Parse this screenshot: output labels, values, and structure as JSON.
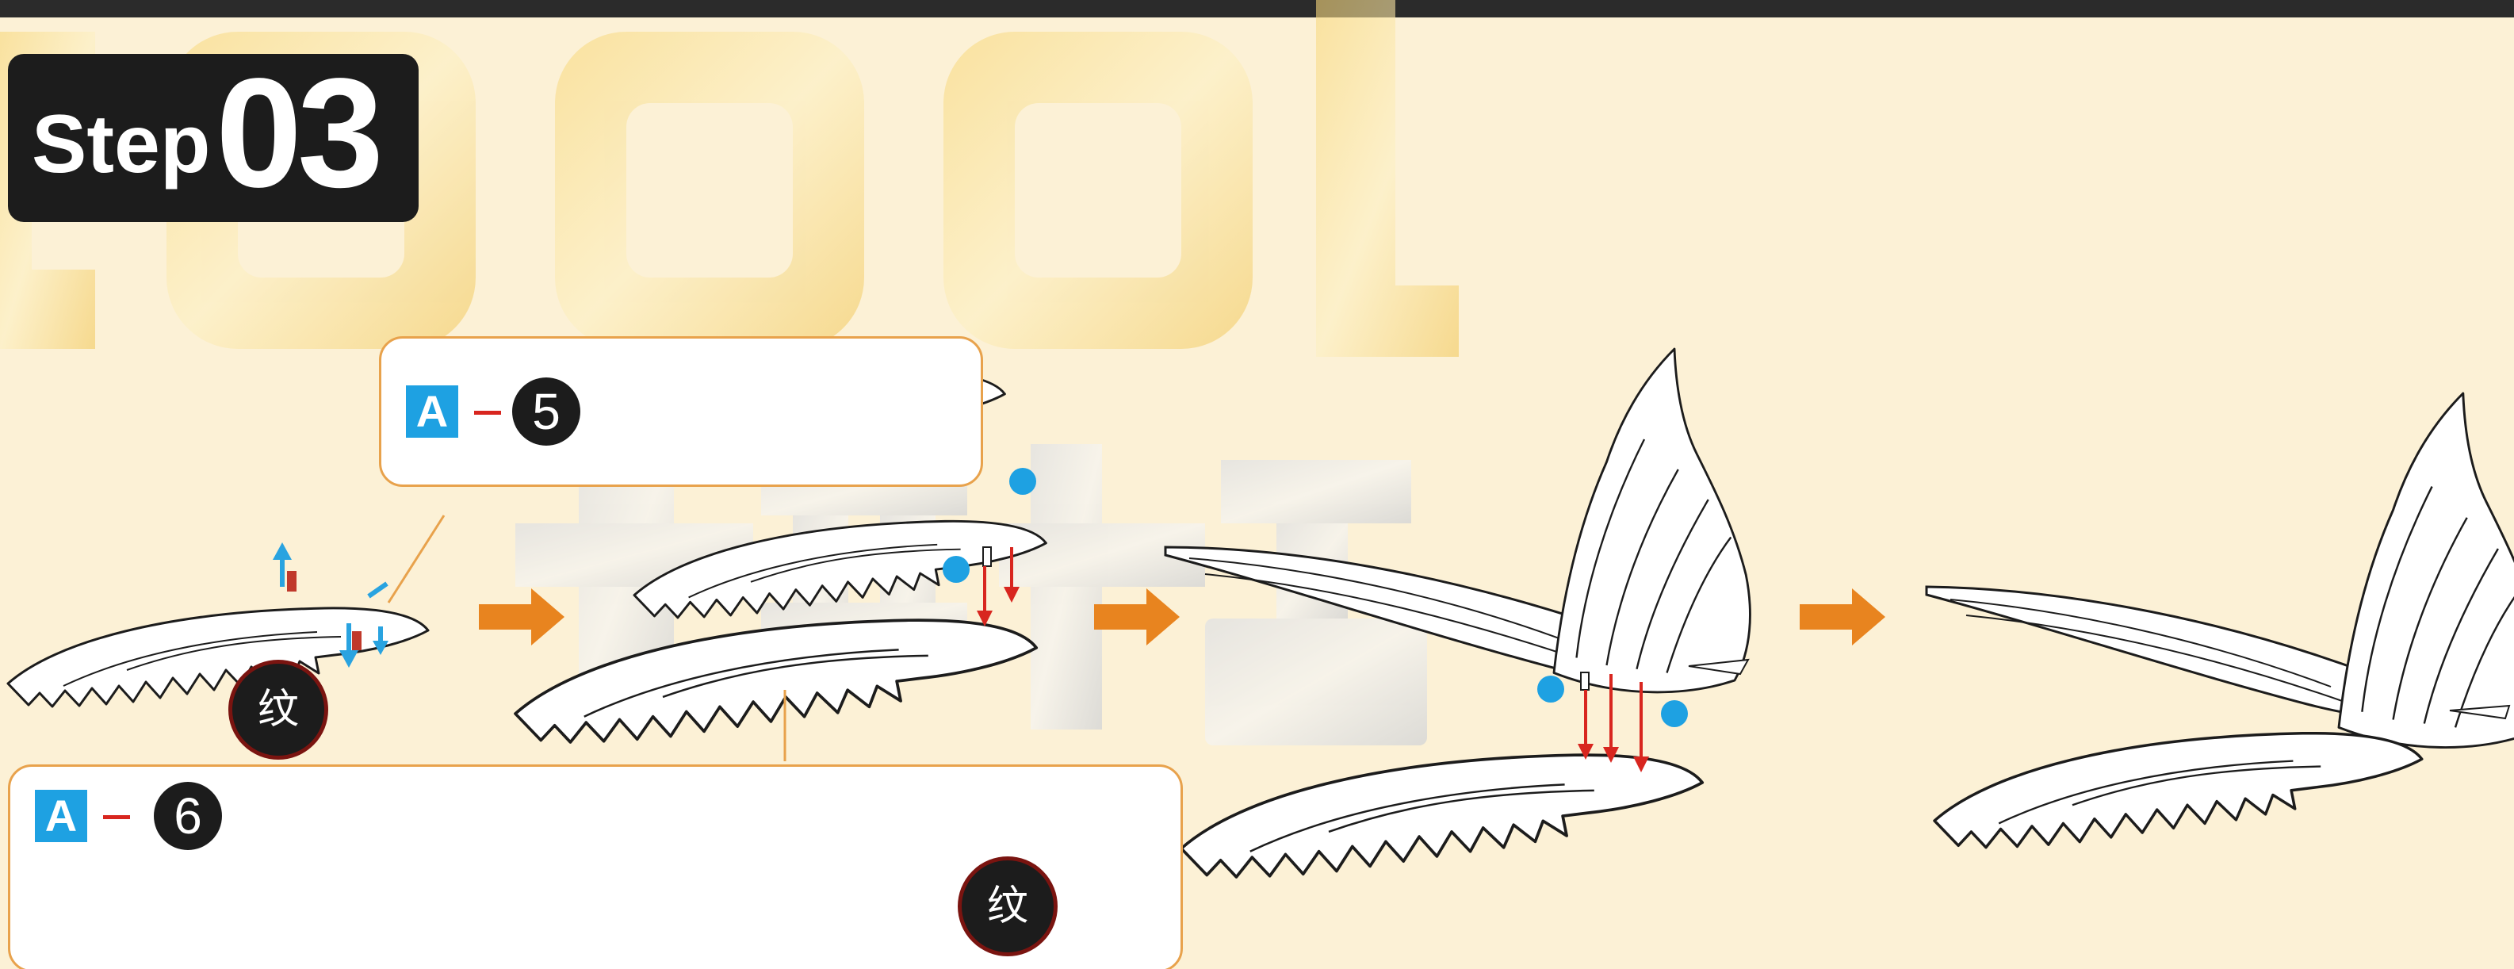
{
  "step": {
    "word": "Step",
    "number": "03"
  },
  "callout_a5": {
    "part_letter": "A",
    "part_number": "5"
  },
  "callout_a6": {
    "part_letter": "A",
    "part_number": "6"
  },
  "texture_label": "纹",
  "watermark_text": "COOL 拼酷",
  "colors": {
    "background": "#fcf1d6",
    "step_badge": "#1c1c1c",
    "part_box": "#1ea1e2",
    "dash": "#d8261f",
    "callout_border": "#e8a24c",
    "flow_arrow": "#e8841f",
    "attach_arrow": "#d8261f",
    "peg_dot": "#1ea1e2",
    "rotate_arrow": "#29a3e0"
  },
  "icons": [
    "flow-arrow-icon",
    "attach-arrow-icon",
    "rotate-arrow-icon",
    "peg-dot-icon",
    "wing-illustration"
  ]
}
